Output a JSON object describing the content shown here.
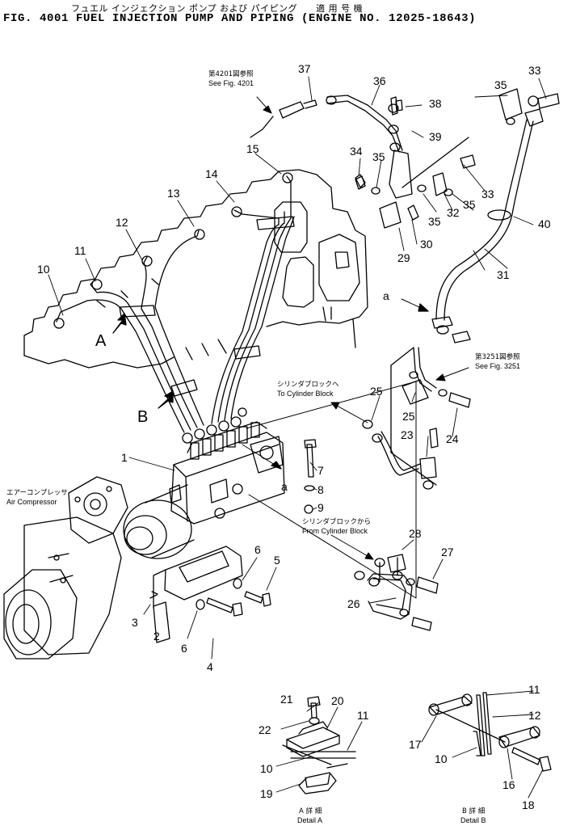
{
  "header": {
    "japanese_title": "フュエル インジェクション ポンプ および パイピング　　適 用 号 機",
    "figure_title": "FIG. 4001  FUEL INJECTION PUMP AND PIPING  (ENGINE NO. 12025-18643)"
  },
  "notes": {
    "see_4201_jp": "第4201図参照",
    "see_4201_en": "See Fig. 4201",
    "see_3251_jp": "第3251図参照",
    "see_3251_en": "See Fig. 3251",
    "to_cyl_jp": "シリンダブロックへ",
    "to_cyl_en": "To Cylinder Block",
    "from_cyl_jp": "シリンダブロックから",
    "from_cyl_en": "From Cylinder Block",
    "air_comp_jp": "エアーコンプレッサ",
    "air_comp_en": "Air Compressor",
    "detail_a_jp": "A 詳 細",
    "detail_a_en": "Detail A",
    "detail_b_jp": "B 詳 細",
    "detail_b_en": "Detail B",
    "view_a": "A",
    "view_b": "B",
    "conn_a1": "a",
    "conn_a2": "a"
  },
  "callouts": [
    "1",
    "2",
    "3",
    "4",
    "5",
    "6",
    "6",
    "7",
    "8",
    "9",
    "10",
    "11",
    "12",
    "13",
    "14",
    "15",
    "23",
    "24",
    "25",
    "25",
    "26",
    "27",
    "28",
    "29",
    "30",
    "31",
    "32",
    "33",
    "33",
    "34",
    "35",
    "35",
    "35",
    "35",
    "36",
    "37",
    "38",
    "39",
    "40",
    "21",
    "20",
    "22",
    "11",
    "10",
    "19",
    "11",
    "12",
    "17",
    "10",
    "16",
    "18"
  ]
}
